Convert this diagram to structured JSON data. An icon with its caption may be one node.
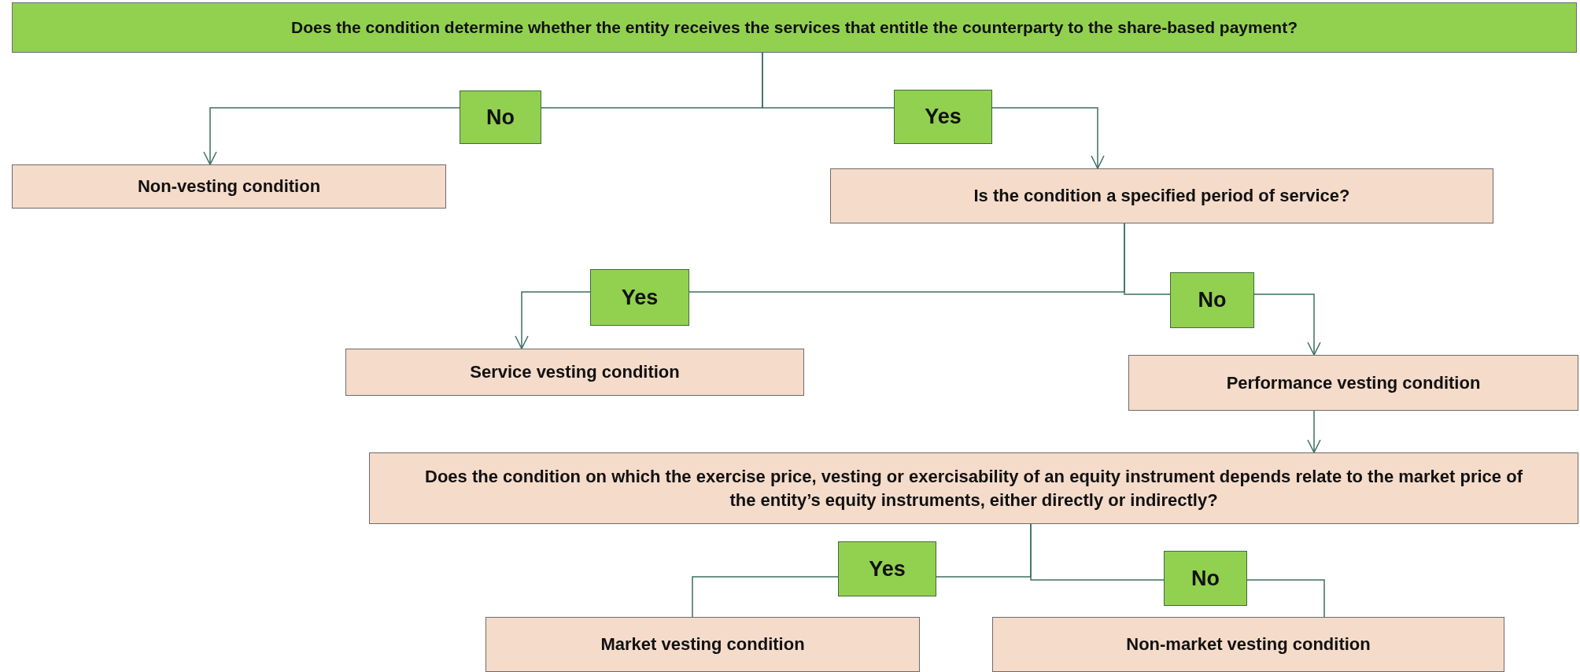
{
  "diagram": {
    "nodes": [
      {
        "text": [
          "Does the condition determine whether the entity receives the services that entitle the counterparty to the share-based payment?"
        ]
      },
      {
        "text": [
          "No"
        ]
      },
      {
        "text": [
          "Yes"
        ]
      },
      {
        "text": [
          "Non-vesting condition"
        ]
      },
      {
        "text": [
          "Is the condition a specified period of service?"
        ]
      },
      {
        "text": [
          "Yes"
        ]
      },
      {
        "text": [
          "No"
        ]
      },
      {
        "text": [
          "Service vesting condition"
        ]
      },
      {
        "text": [
          "Performance vesting condition"
        ]
      },
      {
        "text": [
          "Does the condition on which the exercise price, vesting or exercisability of an equity instrument depends relate to the market price of the entity’s equity instruments, either directly or indirectly?"
        ]
      },
      {
        "text": [
          "Yes"
        ]
      },
      {
        "text": [
          "No"
        ]
      },
      {
        "text": [
          "Market vesting condition"
        ]
      },
      {
        "text": [
          "Non-market vesting condition"
        ]
      }
    ],
    "edges": [
      {
        "from": 0,
        "to": 1,
        "arrow": "none"
      },
      {
        "from": 1,
        "to": 3,
        "arrow": "to"
      },
      {
        "from": 0,
        "to": 2,
        "arrow": "none"
      },
      {
        "from": 2,
        "to": 4,
        "arrow": "to"
      },
      {
        "from": 4,
        "to": 5,
        "arrow": "none"
      },
      {
        "from": 5,
        "to": 7,
        "arrow": "to"
      },
      {
        "from": 4,
        "to": 6,
        "arrow": "none"
      },
      {
        "from": 6,
        "to": 8,
        "arrow": "to"
      },
      {
        "from": 8,
        "to": 9,
        "arrow": "to"
      },
      {
        "from": 9,
        "to": 10,
        "arrow": "none"
      },
      {
        "from": 10,
        "to": 12,
        "arrow": "none"
      },
      {
        "from": 9,
        "to": 11,
        "arrow": "none"
      },
      {
        "from": 11,
        "to": 13,
        "arrow": "none"
      }
    ]
  }
}
